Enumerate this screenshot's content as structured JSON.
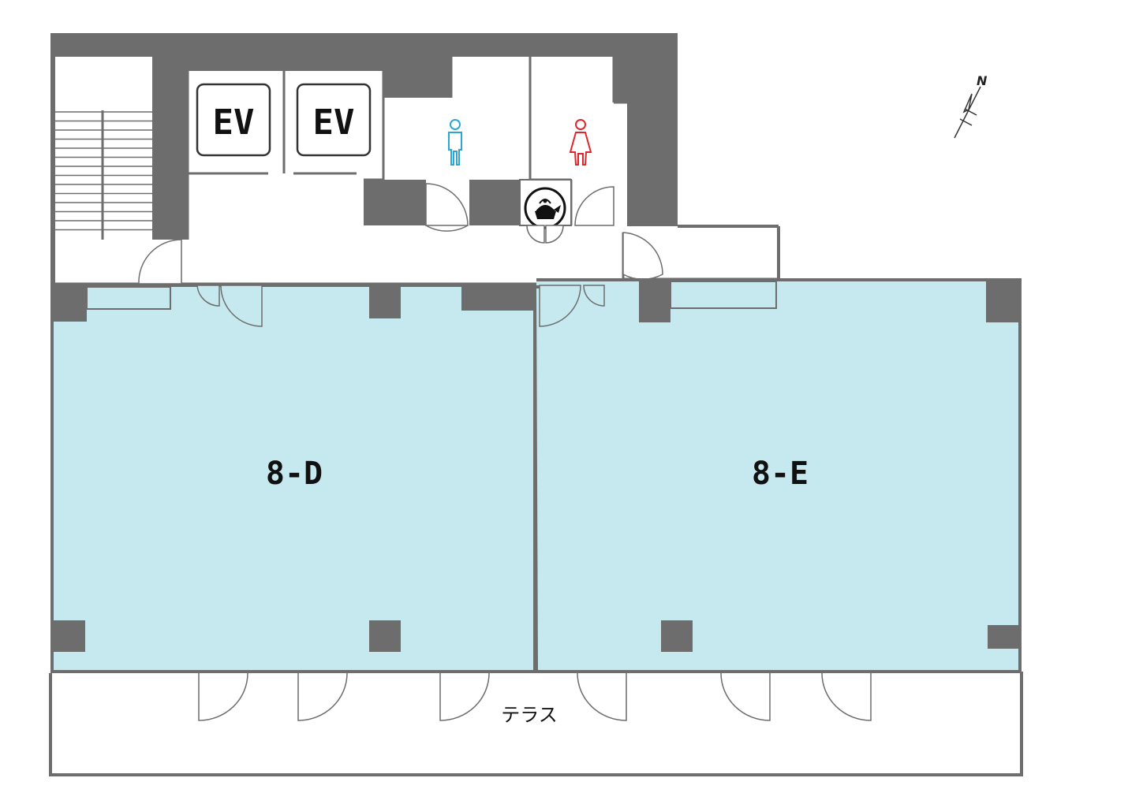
{
  "floor_plan": {
    "rooms": [
      {
        "id": "8-D",
        "label": "8-D"
      },
      {
        "id": "8-E",
        "label": "8-E"
      }
    ],
    "elevators": [
      {
        "label": "EV"
      },
      {
        "label": "EV"
      }
    ],
    "terrace_label": "テラス",
    "north_label": "N",
    "restrooms": {
      "men_icon": "male-restroom-icon",
      "women_icon": "female-restroom-icon",
      "men_color": "#2aa7d8",
      "women_color": "#e0262d"
    },
    "kitchenette_icon": "kettle-icon",
    "colors": {
      "wall": "#6d6d6d",
      "room_fill": "#c6e8ef",
      "background": "#ffffff"
    }
  }
}
